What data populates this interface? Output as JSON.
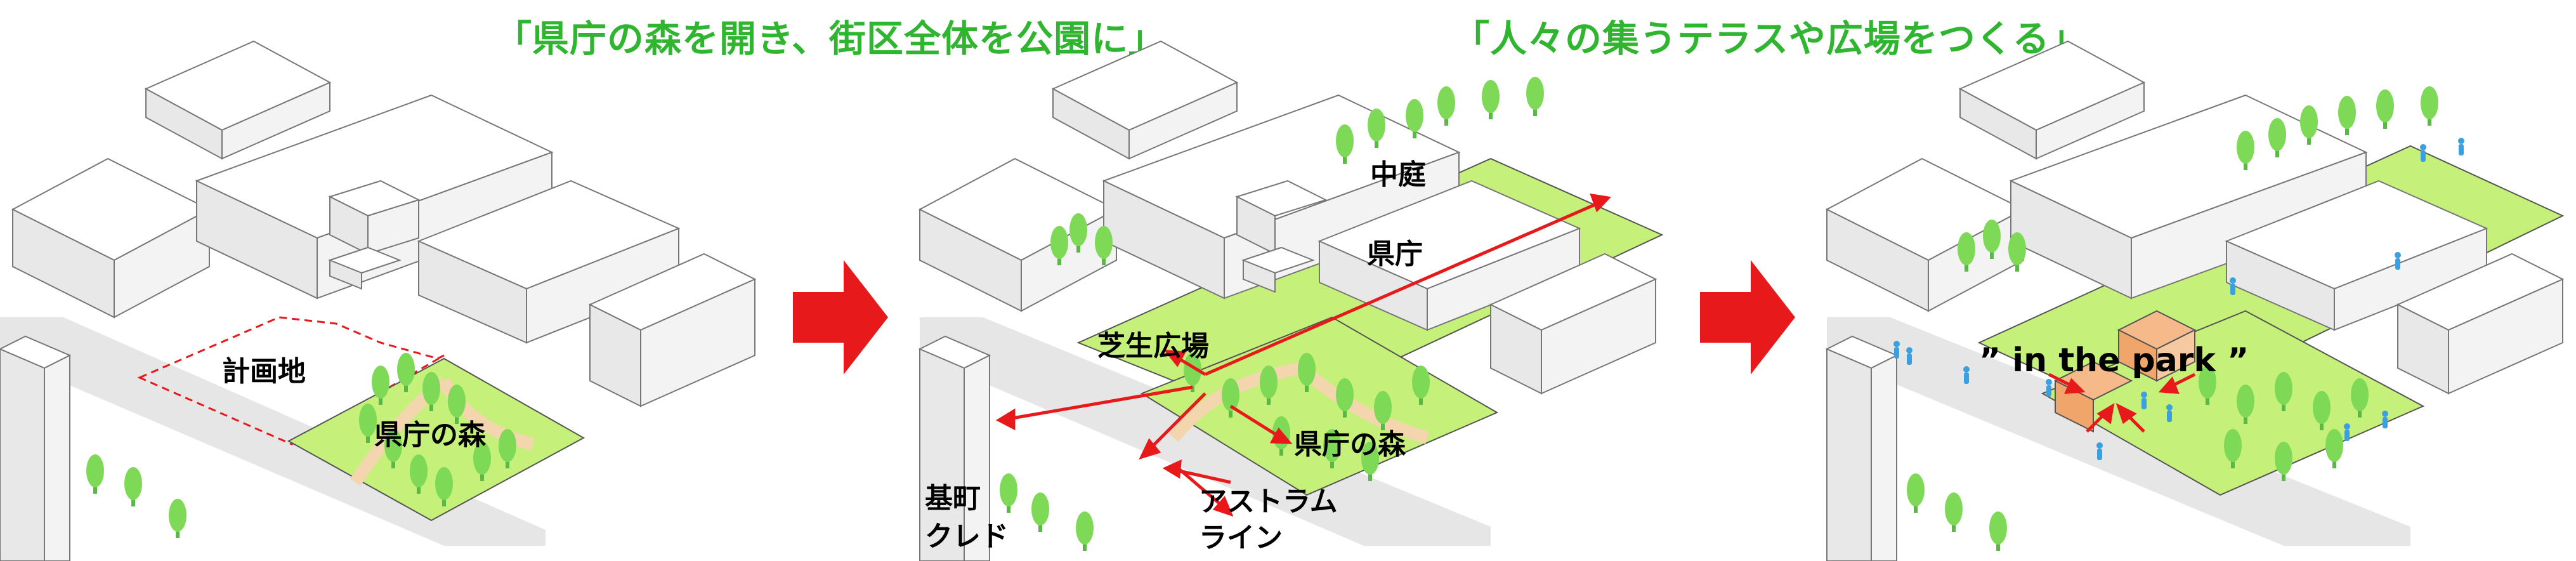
{
  "headlines": {
    "left": "「県庁の森を開き、街区全体を公園に」",
    "right": "「人々の集うテラスや広場をつくる」"
  },
  "panel1": {
    "site_label": "計画地",
    "forest_label": "県庁の森"
  },
  "panel2": {
    "courtyard_label": "中庭",
    "prefoffice_label": "県庁",
    "lawn_plaza_label": "芝生広場",
    "forest_label": "県庁の森",
    "motomachi_line1": "基町",
    "motomachi_line2": "クレド",
    "astram_line1": "アストラム",
    "astram_line2": "ライン"
  },
  "panel3": {
    "park_label": "” in the park ”"
  },
  "colors": {
    "headline": "#2fb52f",
    "arrow": "#e8191a",
    "lawn": "#c5f07a",
    "tree": "#7ed957",
    "path": "#f3d6ae",
    "building_top": "#ffffff",
    "building_side": "#e8e8e8",
    "pavilion": "#f5b98a",
    "people": "#3aa0e0"
  }
}
